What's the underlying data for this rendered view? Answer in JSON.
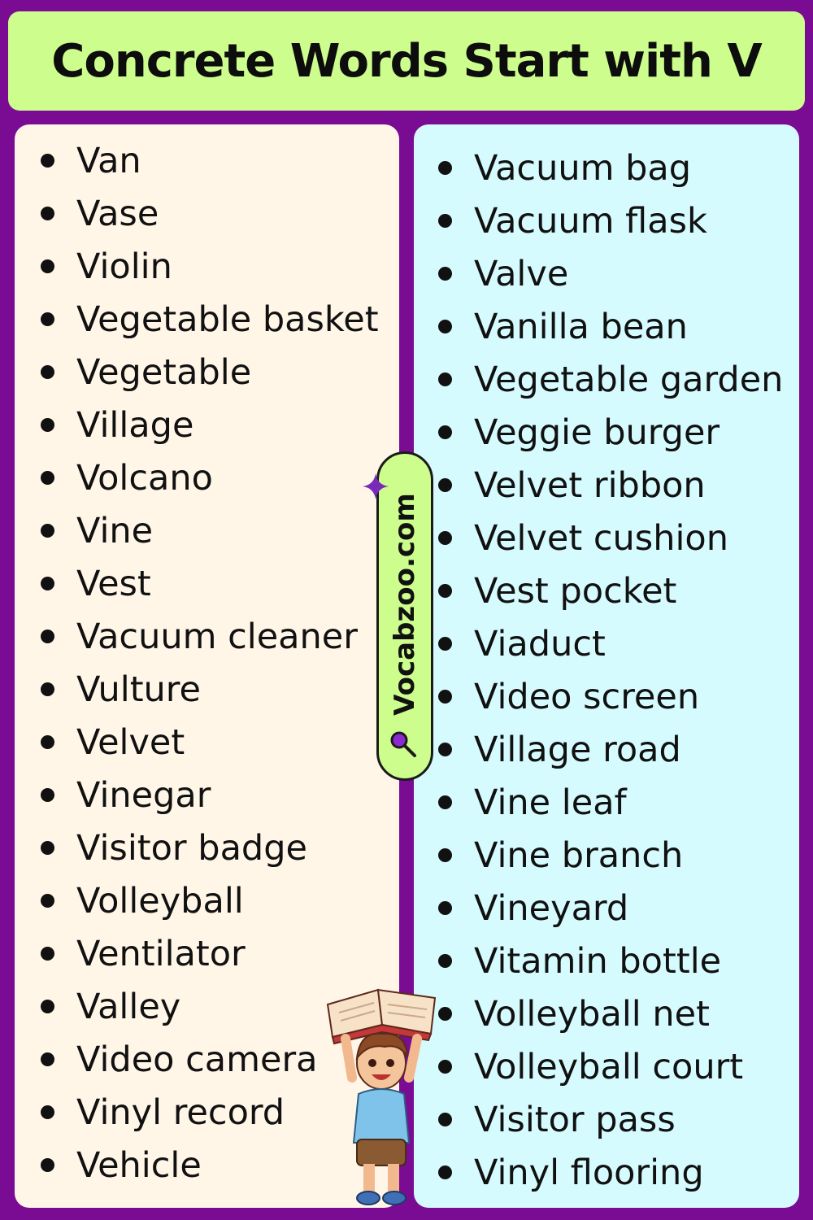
{
  "title": "Concrete Words Start with V",
  "watermark": "Vocabzoo.com",
  "left_column": [
    "Van",
    "Vase",
    "Violin",
    "Vegetable basket",
    "Vegetable",
    "Village",
    "Volcano",
    "Vine",
    "Vest",
    "Vacuum cleaner",
    "Vulture",
    "Velvet",
    "Vinegar",
    "Visitor badge",
    "Volleyball",
    "Ventilator",
    "Valley",
    "Video camera",
    "Vinyl record",
    "Vehicle"
  ],
  "right_column": [
    "Vacuum bag",
    "Vacuum flask",
    "Valve",
    "Vanilla bean",
    "Vegetable garden",
    "Veggie burger",
    "Velvet ribbon",
    "Velvet cushion",
    "Vest pocket",
    "Viaduct",
    "Video screen",
    "Village road",
    "Vine leaf",
    "Vine branch",
    "Vineyard",
    "Vitamin bottle",
    "Volleyball net",
    "Volleyball court",
    "Visitor pass",
    "Vinyl flooring"
  ],
  "colors": {
    "background": "#7a0c94",
    "title_bar": "#cdfd8d",
    "left_panel": "#fff6e8",
    "right_panel": "#d6fbff"
  },
  "icons": [
    "sparkle-icon",
    "magnifier-icon",
    "kid-with-book-illustration"
  ]
}
